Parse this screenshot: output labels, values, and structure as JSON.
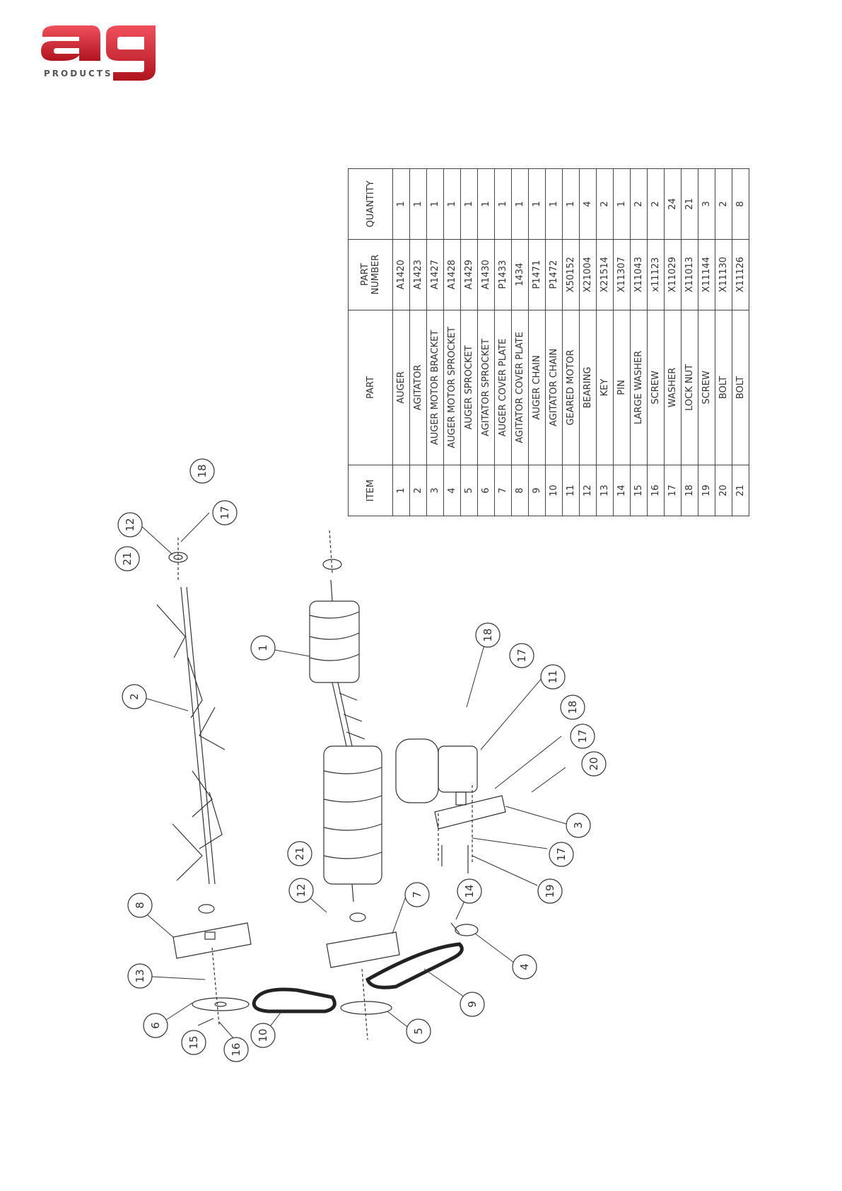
{
  "logo": {
    "letters": "ag",
    "tagline": "PRODUCTS",
    "brand_color": "#d1202f"
  },
  "bom": {
    "headers": {
      "item": "ITEM",
      "part": "PART",
      "part_number_line1": "PART",
      "part_number_line2": "NUMBER",
      "quantity": "QUANTITY"
    },
    "rows": [
      {
        "item": "1",
        "part": "AUGER",
        "number": "A1420",
        "qty": "1"
      },
      {
        "item": "2",
        "part": "AGITATOR",
        "number": "A1423",
        "qty": "1"
      },
      {
        "item": "3",
        "part": "AUGER MOTOR BRACKET",
        "number": "A1427",
        "qty": "1"
      },
      {
        "item": "4",
        "part": "AUGER MOTOR SPROCKET",
        "number": "A1428",
        "qty": "1"
      },
      {
        "item": "5",
        "part": "AUGER SPROCKET",
        "number": "A1429",
        "qty": "1"
      },
      {
        "item": "6",
        "part": "AGITATOR SPROCKET",
        "number": "A1430",
        "qty": "1"
      },
      {
        "item": "7",
        "part": "AUGER COVER PLATE",
        "number": "P1433",
        "qty": "1"
      },
      {
        "item": "8",
        "part": "AGITATOR COVER PLATE",
        "number": "1434",
        "qty": "1"
      },
      {
        "item": "9",
        "part": "AUGER CHAIN",
        "number": "P1471",
        "qty": "1"
      },
      {
        "item": "10",
        "part": "AGITATOR CHAIN",
        "number": "P1472",
        "qty": "1"
      },
      {
        "item": "11",
        "part": "GEARED MOTOR",
        "number": "X50152",
        "qty": "1"
      },
      {
        "item": "12",
        "part": "BEARING",
        "number": "X21004",
        "qty": "4"
      },
      {
        "item": "13",
        "part": "KEY",
        "number": "X21514",
        "qty": "2"
      },
      {
        "item": "14",
        "part": "PIN",
        "number": "X11307",
        "qty": "1"
      },
      {
        "item": "15",
        "part": "LARGE WASHER",
        "number": "X11043",
        "qty": "2"
      },
      {
        "item": "16",
        "part": "SCREW",
        "number": "x11123",
        "qty": "2"
      },
      {
        "item": "17",
        "part": "WASHER",
        "number": "X11029",
        "qty": "24"
      },
      {
        "item": "18",
        "part": "LOCK NUT",
        "number": "X11013",
        "qty": "21"
      },
      {
        "item": "19",
        "part": "SCREW",
        "number": "X11144",
        "qty": "3"
      },
      {
        "item": "20",
        "part": "BOLT",
        "number": "X11130",
        "qty": "2"
      },
      {
        "item": "21",
        "part": "BOLT",
        "number": "X11126",
        "qty": "8"
      }
    ]
  },
  "balloons": [
    "1",
    "2",
    "3",
    "4",
    "5",
    "6",
    "7",
    "8",
    "9",
    "10",
    "11",
    "12",
    "13",
    "14",
    "15",
    "16",
    "17",
    "18",
    "19",
    "20",
    "21"
  ]
}
